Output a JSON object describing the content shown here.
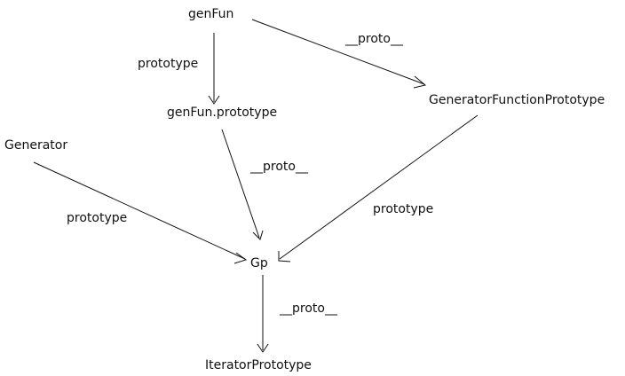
{
  "nodes": {
    "genFun": "genFun",
    "genFunPrototype": "genFun.prototype",
    "generatorFunctionPrototype": "GeneratorFunctionPrototype",
    "generator": "Generator",
    "gp": "Gp",
    "iteratorPrototype": "IteratorPrototype"
  },
  "edges": {
    "genFun_to_genFunPrototype": "prototype",
    "genFun_to_generatorFunctionPrototype": "__proto__",
    "genFunPrototype_to_gp": "__proto__",
    "generator_to_gp": "prototype",
    "generatorFunctionPrototype_to_gp": "prototype",
    "gp_to_iteratorPrototype": "__proto__"
  }
}
